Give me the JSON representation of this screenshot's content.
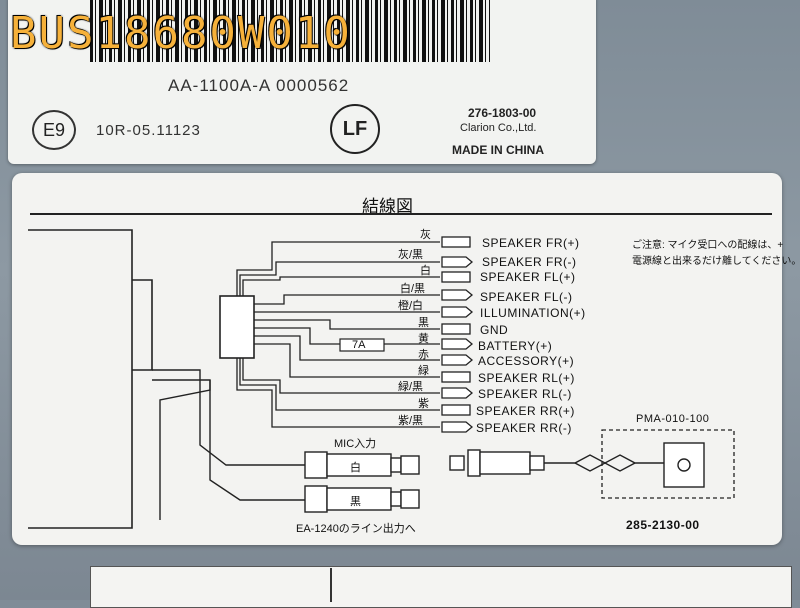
{
  "top_label": {
    "overlay_code": "BUS18680W010",
    "serial": "AA-1100A-A 0000562",
    "e_mark": "E9",
    "approval": "10R-05.11123",
    "lf_mark": "LF",
    "part_number": "276-1803-00",
    "maker": "Clarion Co.,Ltd.",
    "origin": "MADE IN CHINA"
  },
  "wiring": {
    "title": "結線図",
    "note_line1": "ご注意: マイク受口への配線は、+",
    "note_line2": "電源線と出来るだけ離してください。",
    "fuse": "7A",
    "wires": [
      {
        "color_jp": "灰",
        "function": "SPEAKER FR(+)"
      },
      {
        "color_jp": "灰/黒",
        "function": "SPEAKER FR(-)"
      },
      {
        "color_jp": "白",
        "function": "SPEAKER FL(+)"
      },
      {
        "color_jp": "白/黒",
        "function": "SPEAKER FL(-)"
      },
      {
        "color_jp": "橙/白",
        "function": "ILLUMINATION(+)"
      },
      {
        "color_jp": "黒",
        "function": "GND"
      },
      {
        "color_jp": "黄",
        "function": "BATTERY(+)"
      },
      {
        "color_jp": "赤",
        "function": "ACCESSORY(+)"
      },
      {
        "color_jp": "緑",
        "function": "SPEAKER RL(+)"
      },
      {
        "color_jp": "緑/黒",
        "function": "SPEAKER RL(-)"
      },
      {
        "color_jp": "紫",
        "function": "SPEAKER RR(+)"
      },
      {
        "color_jp": "紫/黒",
        "function": "SPEAKER RR(-)"
      }
    ],
    "mic_label": "MIC入力",
    "rca_white": "白",
    "rca_black": "黒",
    "line_out_label": "EA-1240のライン出力へ",
    "pma_label": "PMA-010-100",
    "part_number": "285-2130-00"
  }
}
